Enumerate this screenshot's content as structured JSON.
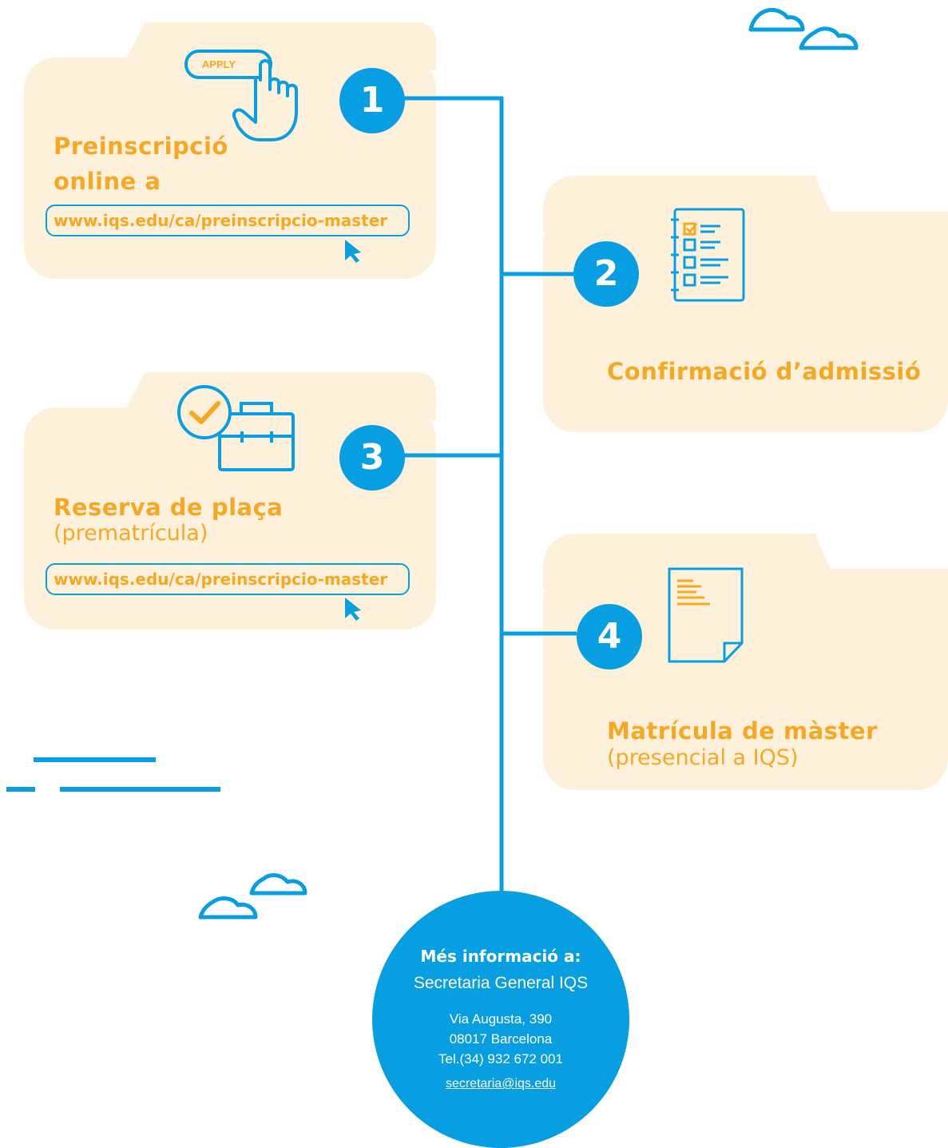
{
  "steps": [
    {
      "number": "1",
      "title_line1": "Preinscripció",
      "title_line2": "online a",
      "button": "APPLY",
      "url": "www.iqs.edu/ca/preinscripcio-master"
    },
    {
      "number": "2",
      "title": "Confirmació d’admissió"
    },
    {
      "number": "3",
      "title": "Reserva de plaça",
      "subtitle": "(prematrícula)",
      "url": "www.iqs.edu/ca/preinscripcio-master"
    },
    {
      "number": "4",
      "title": "Matrícula de màster",
      "subtitle": "(presencial a IQS)"
    }
  ],
  "info": {
    "heading": "Més informació a:",
    "org": "Secretaria General IQS",
    "address": "Via Augusta, 390",
    "city": "08017 Barcelona",
    "phone": "Tel.(34) 932 672 001",
    "email": "secretaria@iqs.edu"
  },
  "colors": {
    "blue": "#079FE2",
    "orange": "#F7A823",
    "folder": "#FDF1DB"
  }
}
